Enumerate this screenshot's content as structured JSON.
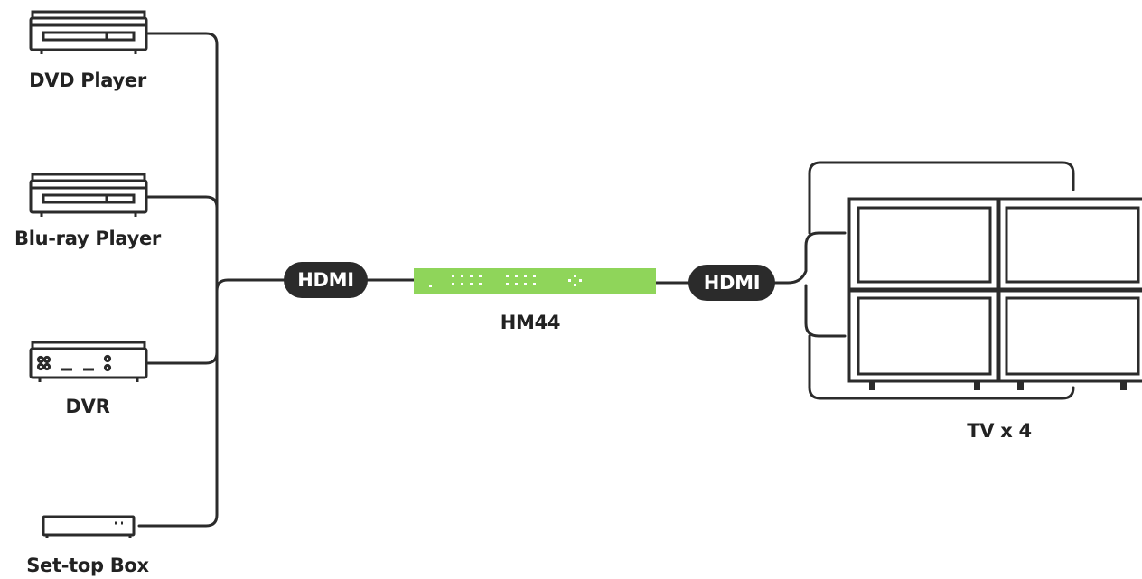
{
  "sources": [
    {
      "label": "DVD Player",
      "icon": "dvd-player-icon"
    },
    {
      "label": "Blu-ray Player",
      "icon": "blu-ray-player-icon"
    },
    {
      "label": "DVR",
      "icon": "dvr-icon"
    },
    {
      "label": "Set-top Box",
      "icon": "set-top-box-icon"
    }
  ],
  "connection_in": {
    "label": "HDMI"
  },
  "switch": {
    "label": "HM44",
    "color": "#8fd55a"
  },
  "connection_out": {
    "label": "HDMI"
  },
  "display": {
    "label": "TV x 4",
    "icon": "tv-wall-icon"
  },
  "colors": {
    "line": "#2b2b2b",
    "pill": "#2b2b2b",
    "switch": "#8fd55a",
    "text": "#222222"
  }
}
